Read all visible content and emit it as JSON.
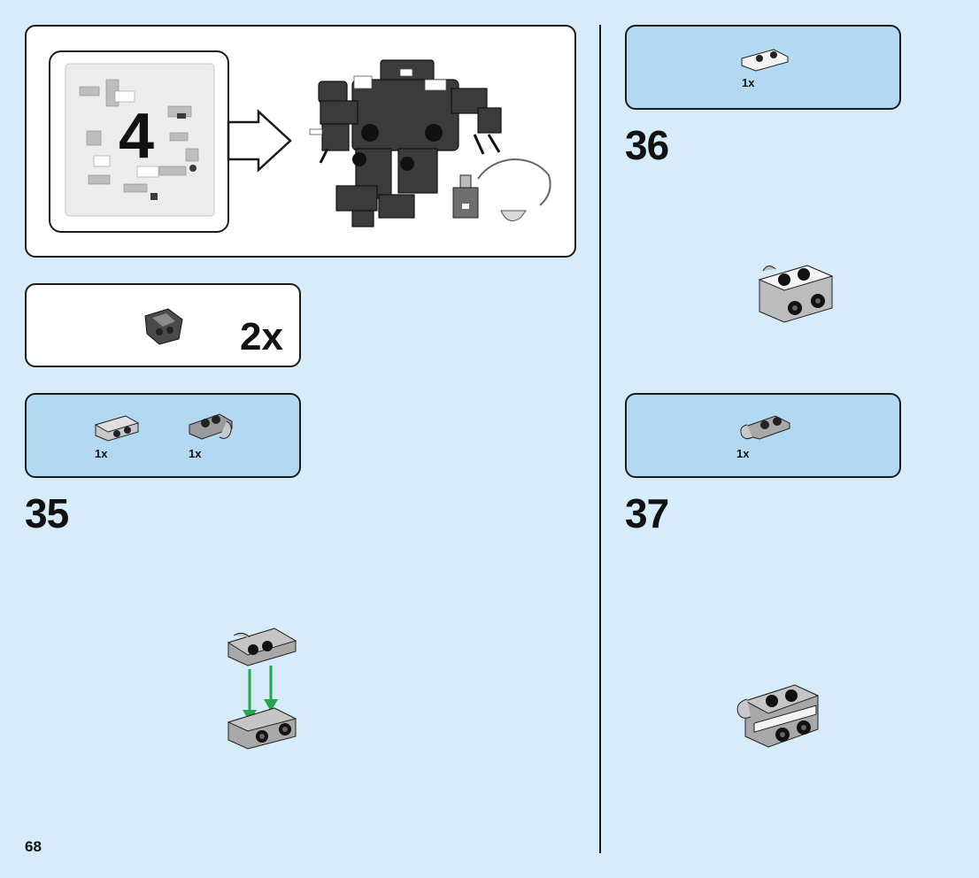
{
  "bag": {
    "number": "4"
  },
  "subassembly": {
    "count_label": "2x"
  },
  "steps": [
    {
      "number": "35",
      "parts": [
        {
          "qty": "1x"
        },
        {
          "qty": "1x"
        }
      ]
    },
    {
      "number": "36",
      "parts": [
        {
          "qty": "1x"
        }
      ]
    },
    {
      "number": "37",
      "parts": [
        {
          "qty": "1x"
        }
      ]
    }
  ],
  "page": {
    "number": "68"
  },
  "colors": {
    "background": "#d6ecfa",
    "parts_box": "#b3d9f2",
    "arrow": "#22a84a"
  }
}
